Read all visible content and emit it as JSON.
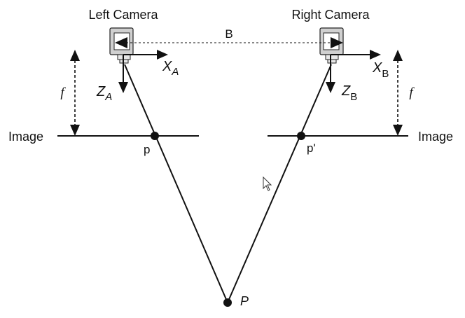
{
  "cameras": {
    "left": {
      "title": "Left Camera",
      "x_axis": {
        "letter": "X",
        "sub": "A"
      },
      "z_axis": {
        "letter": "Z",
        "sub": "A"
      }
    },
    "right": {
      "title": "Right Camera",
      "x_axis": {
        "letter": "X",
        "sub": "B"
      },
      "z_axis": {
        "letter": "Z",
        "sub": "B"
      }
    }
  },
  "baseline_label": "B",
  "focal_label": "f",
  "image_plane": {
    "left_label": "Image",
    "right_label": "Image"
  },
  "points": {
    "left_projection": "p",
    "right_projection": "p'",
    "world_point": "P"
  }
}
